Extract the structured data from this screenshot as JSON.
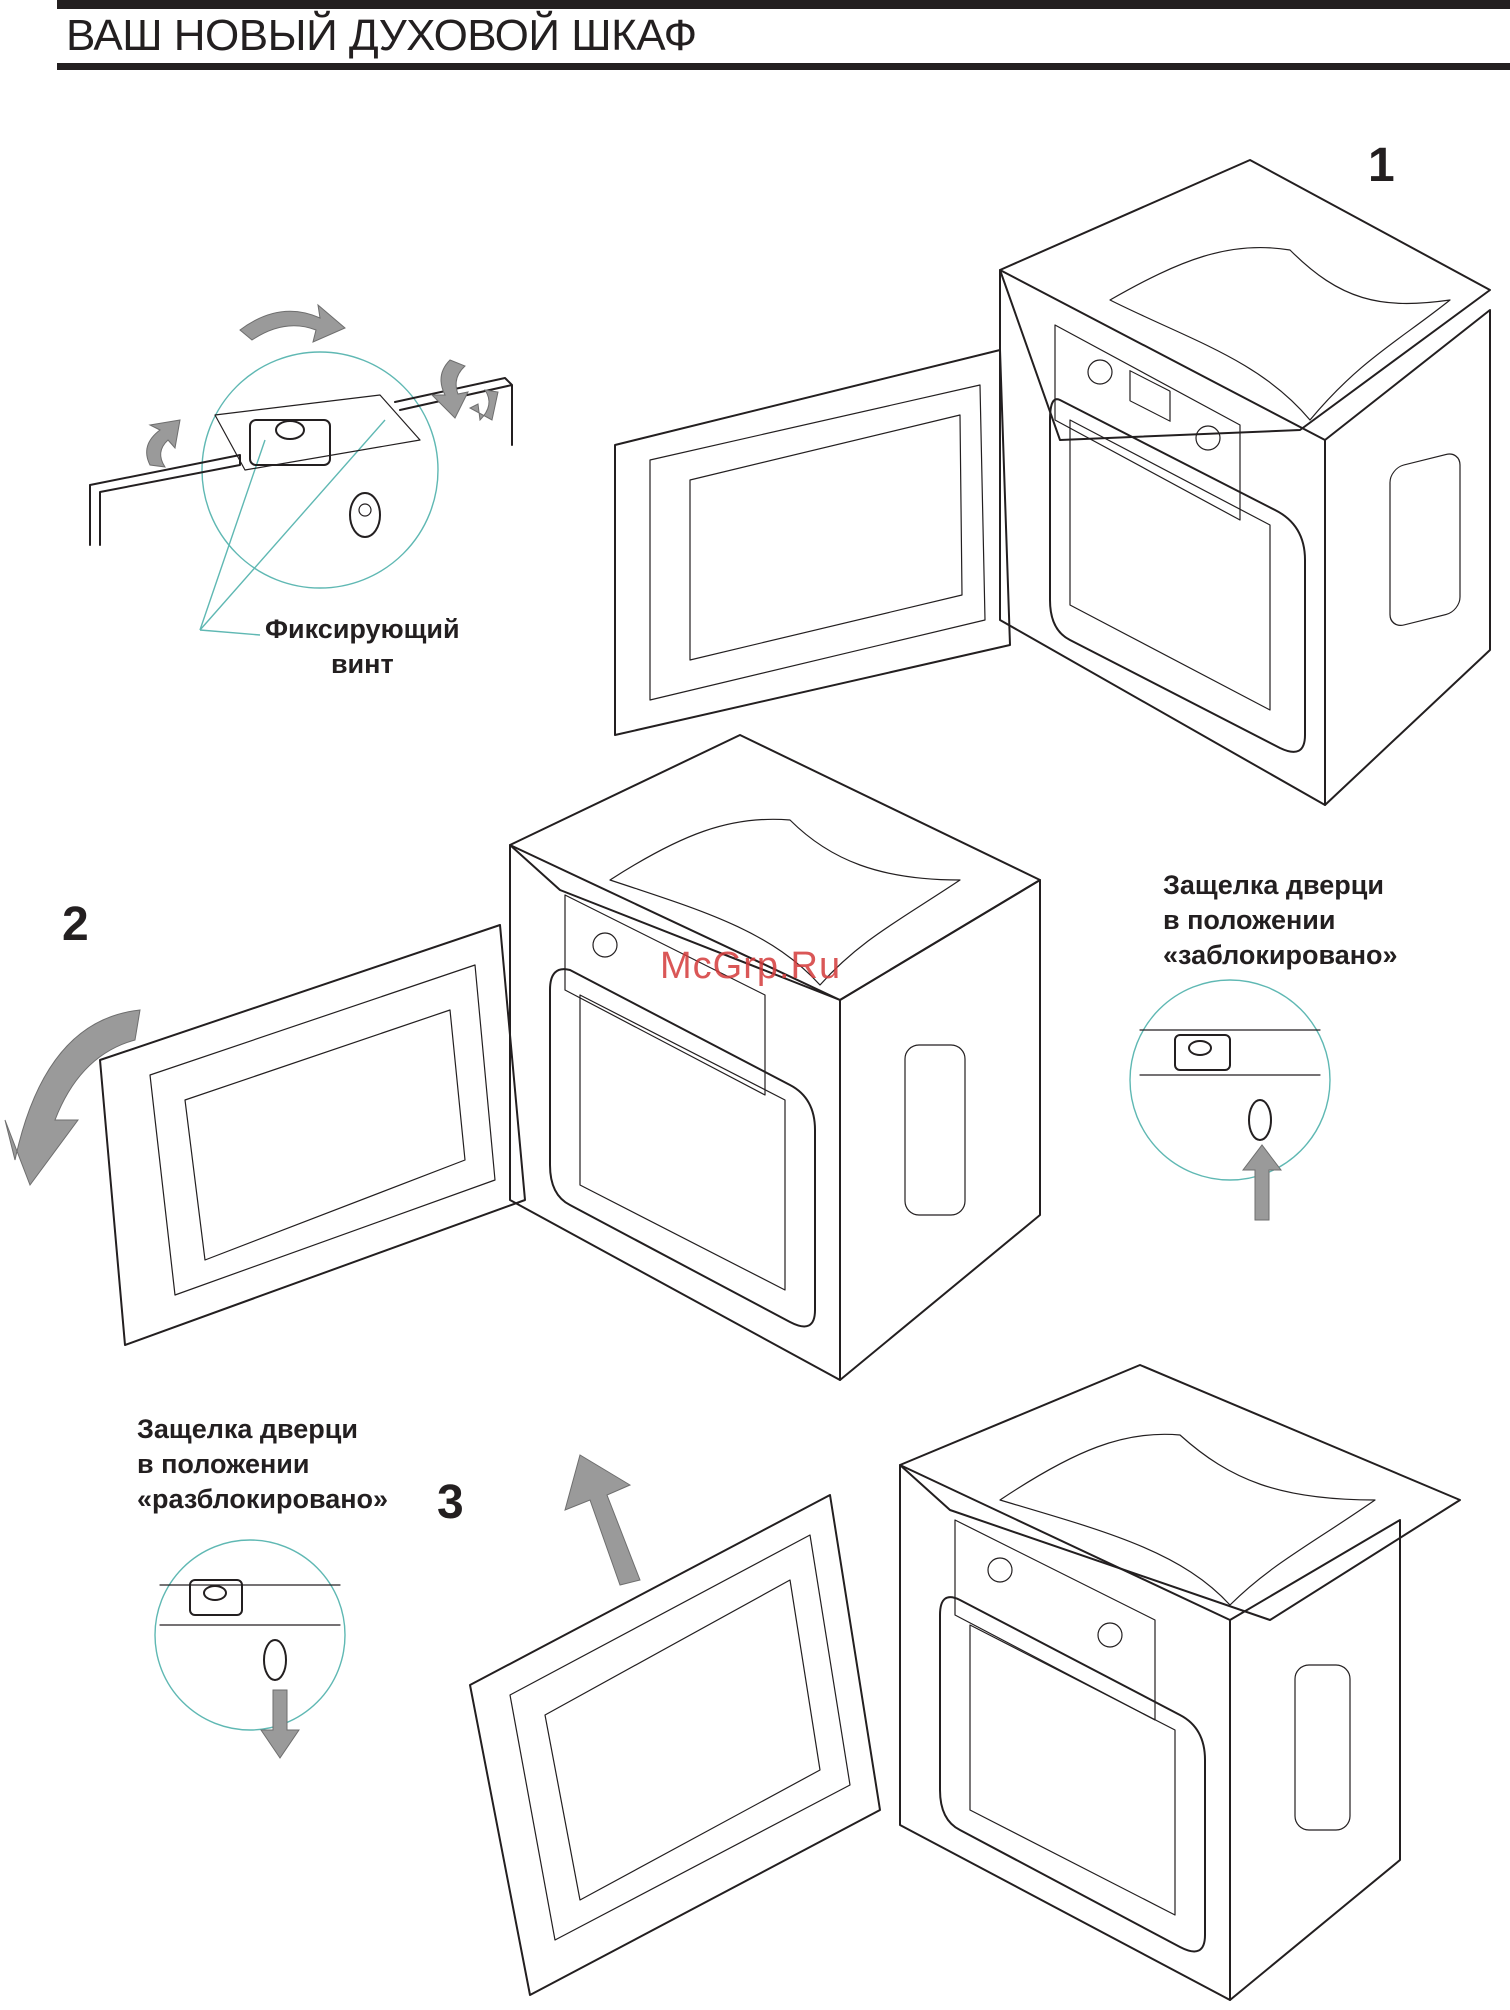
{
  "header": {
    "title": "ВАШ НОВЫЙ ДУХОВОЙ ШКАФ"
  },
  "steps": [
    "1",
    "2",
    "3"
  ],
  "captions": {
    "fixing_screw": [
      "Фиксирующий",
      "винт"
    ],
    "latch_locked": [
      "Защелка дверци",
      "в положении",
      "«заблокировано»"
    ],
    "latch_unlocked": [
      "Защелка дверци",
      "в положении",
      "«разблокировано»"
    ]
  },
  "watermark": "McGrp.Ru",
  "colors": {
    "ink": "#231f20",
    "callout": "#5fb8b3",
    "arrow": "#9a9a9a",
    "watermark": "#d43a3a"
  }
}
